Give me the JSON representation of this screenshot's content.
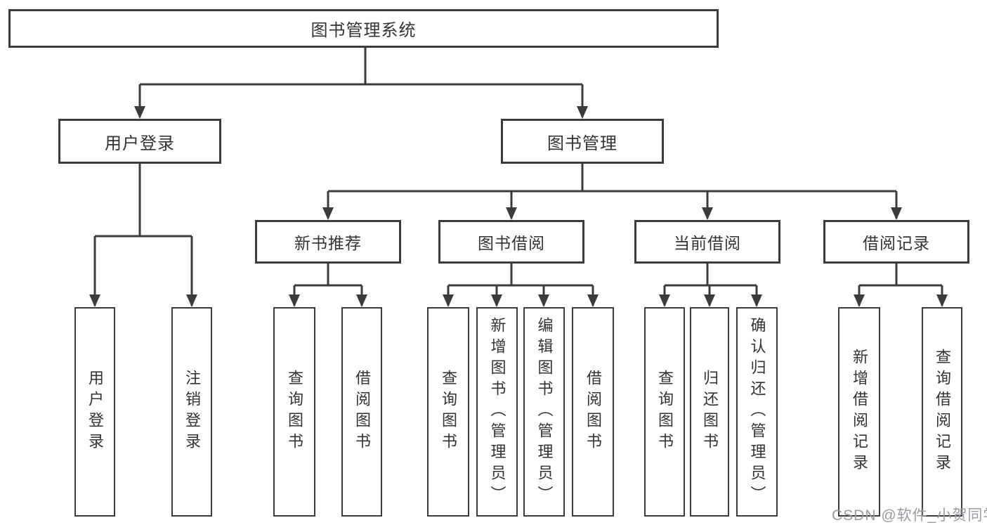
{
  "diagram_type": "function-structure-tree",
  "tree": {
    "label": "图书管理系统",
    "children": [
      {
        "label": "用户登录",
        "children": [
          {
            "label": "用户登录"
          },
          {
            "label": "注销登录"
          }
        ]
      },
      {
        "label": "图书管理",
        "children": [
          {
            "label": "新书推荐",
            "children": [
              {
                "label": "查询图书"
              },
              {
                "label": "借阅图书"
              }
            ]
          },
          {
            "label": "图书借阅",
            "children": [
              {
                "label": "查询图书"
              },
              {
                "label": "新增图书（管理员）"
              },
              {
                "label": "编辑图书（管理员）"
              },
              {
                "label": "借阅图书"
              }
            ]
          },
          {
            "label": "当前借阅",
            "children": [
              {
                "label": "查询图书"
              },
              {
                "label": "归还图书"
              },
              {
                "label": "确认归还（管理员）"
              }
            ]
          },
          {
            "label": "借阅记录",
            "children": [
              {
                "label": "新增借阅记录"
              },
              {
                "label": "查询借阅记录"
              }
            ]
          }
        ]
      }
    ]
  },
  "watermark": {
    "text": "CSDN @软件_小贺同学"
  },
  "colors": {
    "line": "#3b3b3b",
    "box_border": "#3b3b3b",
    "text": "#333333",
    "watermark": "#979ca2",
    "background": "#ffffff"
  }
}
